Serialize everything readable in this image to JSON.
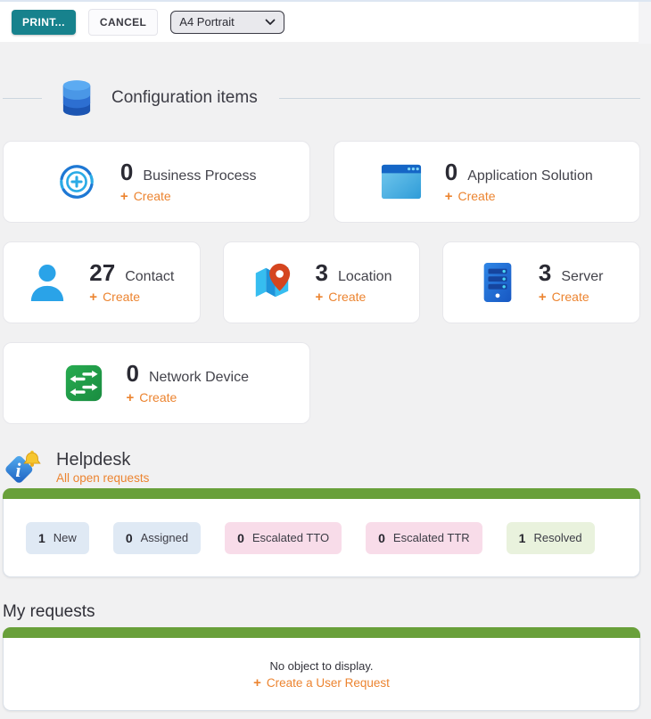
{
  "toolbar": {
    "print": "PRINT...",
    "cancel": "CANCEL",
    "paper": "A4 Portrait"
  },
  "sections": {
    "config": {
      "title": "Configuration items"
    },
    "helpdesk": {
      "title": "Helpdesk",
      "subtitle": "All open requests"
    },
    "my_requests": {
      "title": "My requests",
      "empty": "No object to display.",
      "create": "Create a User Request"
    }
  },
  "plus": "+",
  "cards": [
    {
      "icon": "business-process-icon",
      "count": "0",
      "label": "Business Process",
      "create": "Create"
    },
    {
      "icon": "application-solution-icon",
      "count": "0",
      "label": "Application Solution",
      "create": "Create"
    },
    {
      "icon": "contact-icon",
      "count": "27",
      "label": "Contact",
      "create": "Create"
    },
    {
      "icon": "location-icon",
      "count": "3",
      "label": "Location",
      "create": "Create"
    },
    {
      "icon": "server-icon",
      "count": "3",
      "label": "Server",
      "create": "Create"
    },
    {
      "icon": "network-device-icon",
      "count": "0",
      "label": "Network Device",
      "create": "Create"
    }
  ],
  "badges": [
    {
      "count": "1",
      "label": "New",
      "type": "blue"
    },
    {
      "count": "0",
      "label": "Assigned",
      "type": "blue"
    },
    {
      "count": "0",
      "label": "Escalated TTO",
      "type": "pink"
    },
    {
      "count": "0",
      "label": "Escalated TTR",
      "type": "pink"
    },
    {
      "count": "1",
      "label": "Resolved",
      "type": "green"
    }
  ],
  "colors": {
    "accent_orange": "#ec8430",
    "teal": "#17828d",
    "green_bar": "#69a03a"
  }
}
